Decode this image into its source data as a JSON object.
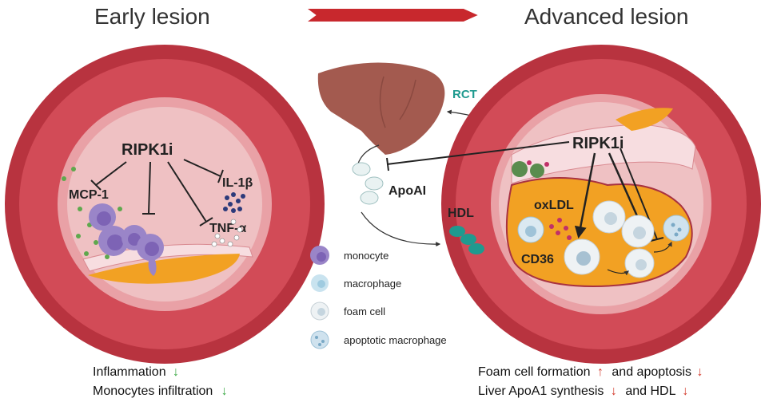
{
  "titles": {
    "left": "Early lesion",
    "right": "Advanced lesion"
  },
  "left_panel": {
    "inhibitor": "RIPK1i",
    "targets": [
      "MCP-1",
      "IL-1β",
      "TNF-α"
    ]
  },
  "right_panel": {
    "inhibitor": "RIPK1i",
    "labels": {
      "oxldl": "oxLDL",
      "cd36": "CD36"
    }
  },
  "center": {
    "rct": "RCT",
    "apoai": "ApoAI",
    "hdl": "HDL"
  },
  "legend": [
    {
      "label": "monocyte"
    },
    {
      "label": "macrophage"
    },
    {
      "label": "foam cell"
    },
    {
      "label": "apoptotic macrophage"
    }
  ],
  "footer_left": [
    {
      "text": "Inflammation",
      "arrow": "↓"
    },
    {
      "text": "Monocytes infiltration",
      "arrow": "↓"
    }
  ],
  "footer_right": {
    "line1": {
      "a": "Foam cell formation",
      "a_arrow": "↑",
      "b": "and apoptosis",
      "b_arrow": "↓"
    },
    "line2": {
      "a": "Liver ApoA1 synthesis",
      "a_arrow": "↓",
      "b": "and HDL",
      "b_arrow": "↓"
    }
  },
  "colors": {
    "vessel_outer": "#b8333f",
    "vessel_mid": "#d24b57",
    "vessel_ring": "#e9a1a6",
    "vessel_lumen": "#efc1c3",
    "plaque": "#f2a123",
    "liver": "#a35a4f",
    "green_arrow": "#3aa844",
    "red_arrow": "#d33a2c",
    "teal": "#1f9a8f"
  }
}
